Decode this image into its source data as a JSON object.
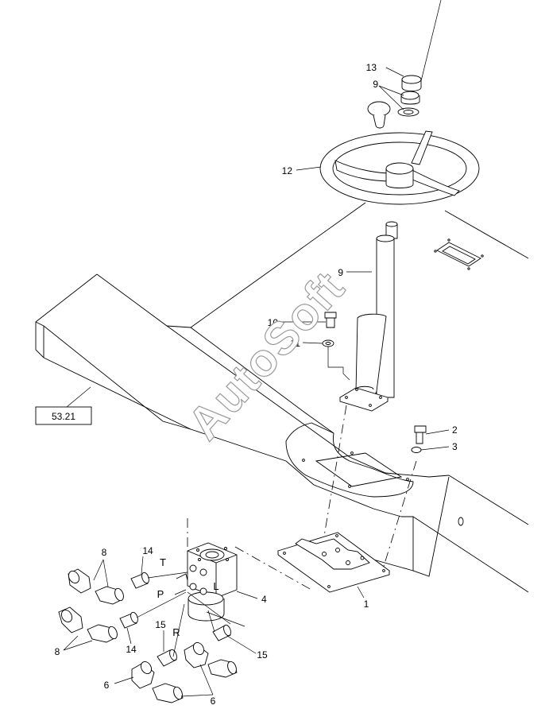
{
  "diagram": {
    "reference_box": "53.21",
    "watermark": "AutoSoft",
    "callouts": {
      "c13": "13",
      "c9_top": "9",
      "c12": "12",
      "c9_column": "9",
      "c10": "10",
      "c11": "11",
      "c2": "2",
      "c3": "3",
      "c4": "4",
      "c1": "1",
      "c8_top": "8",
      "c8_bottom": "8",
      "c14_top": "14",
      "c14_bottom": "14",
      "c15_left": "15",
      "c15_right": "15",
      "c6_left": "6",
      "c6_bottom": "6"
    },
    "ports": {
      "t": "T",
      "l": "L",
      "p": "P",
      "r": "R"
    }
  }
}
